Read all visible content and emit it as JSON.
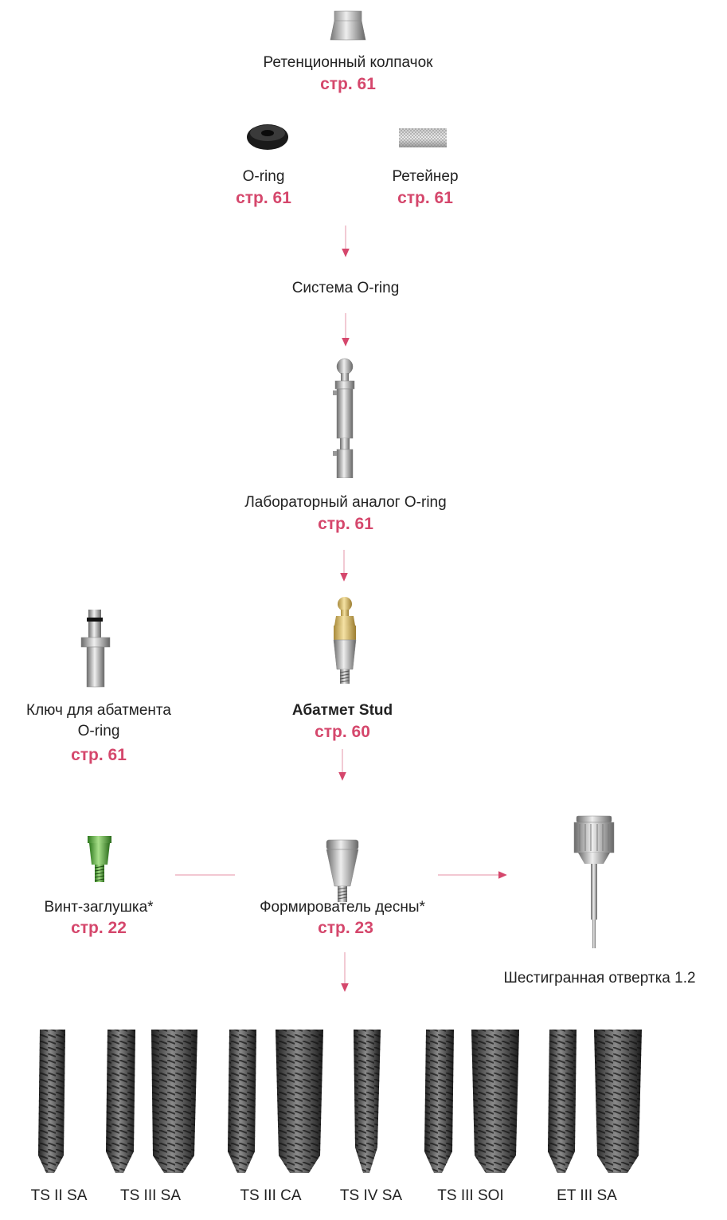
{
  "colors": {
    "accent": "#d5476c",
    "text": "#222222",
    "connector": "#e9a6b8"
  },
  "nodes": {
    "retention_cap": {
      "label": "Ретенционный колпачок",
      "page": "стр. 61",
      "icon": "retention-cap-image"
    },
    "o_ring": {
      "label": "O-ring",
      "page": "стр. 61",
      "icon": "o-ring-image"
    },
    "retainer": {
      "label": "Ретейнер",
      "page": "стр. 61",
      "icon": "retainer-image"
    },
    "system": {
      "label": "Система O-ring"
    },
    "lab_analog": {
      "label": "Лабораторный аналог O-ring",
      "page": "стр. 61",
      "icon": "lab-analog-image"
    },
    "abutment_key": {
      "label_line1": "Ключ для абатмента",
      "label_line2": "O-ring",
      "page": "стр. 61",
      "icon": "abutment-key-image"
    },
    "stud_abutment": {
      "label": "Абатмет Stud",
      "page": "стр. 60",
      "icon": "stud-abutment-image"
    },
    "cover_screw": {
      "label": "Винт-заглушка*",
      "page": "стр. 22",
      "icon": "cover-screw-image"
    },
    "healing_abutment": {
      "label": "Формирователь десны*",
      "page": "стр. 23",
      "icon": "healing-abutment-image"
    },
    "hex_driver": {
      "label": "Шестигранная отвертка 1.2",
      "icon": "hex-driver-image"
    }
  },
  "implants": [
    {
      "label": "TS II SA"
    },
    {
      "label": "TS III SA"
    },
    {
      "label": "TS III CA"
    },
    {
      "label": "TS IV SA"
    },
    {
      "label": "TS III SOI"
    },
    {
      "label": "ET III SA"
    }
  ]
}
